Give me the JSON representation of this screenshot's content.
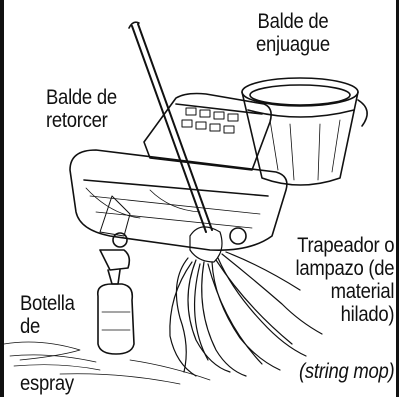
{
  "labels": {
    "rinse_bucket": [
      "Balde de",
      "enjuague"
    ],
    "wringer_bucket": [
      "Balde de",
      "retorcer"
    ],
    "mop": [
      "Trapeador o",
      "lampazo (de",
      "material",
      "hilado)"
    ],
    "spray_bottle": [
      "Botella",
      "de",
      "espray"
    ],
    "mop_english": "(string mop)"
  }
}
